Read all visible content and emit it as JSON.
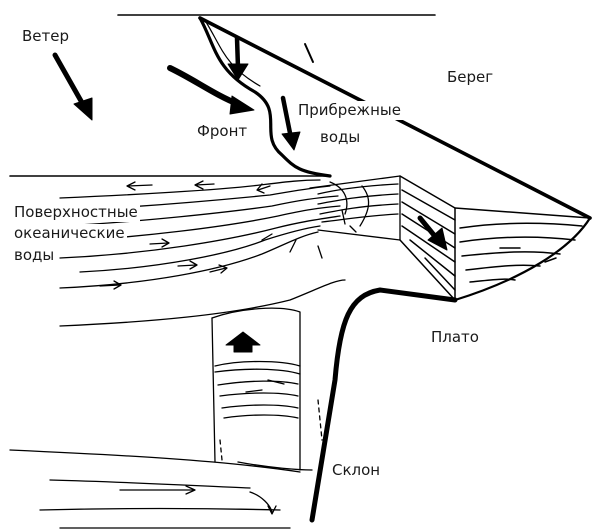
{
  "labels": {
    "wind": "Ветер",
    "front": "Фронт",
    "coastal_waters_line1": "Прибрежные",
    "coastal_waters_line2": "воды",
    "shore": "Берег",
    "surface_waters_line1": "Поверхностные",
    "surface_waters_line2": "океанические",
    "surface_waters_line3": "воды",
    "shelf": "Плато",
    "slope": "Склон"
  },
  "colors": {
    "ink": "#000000",
    "background": "#ffffff",
    "text": "#1a1a1a"
  }
}
